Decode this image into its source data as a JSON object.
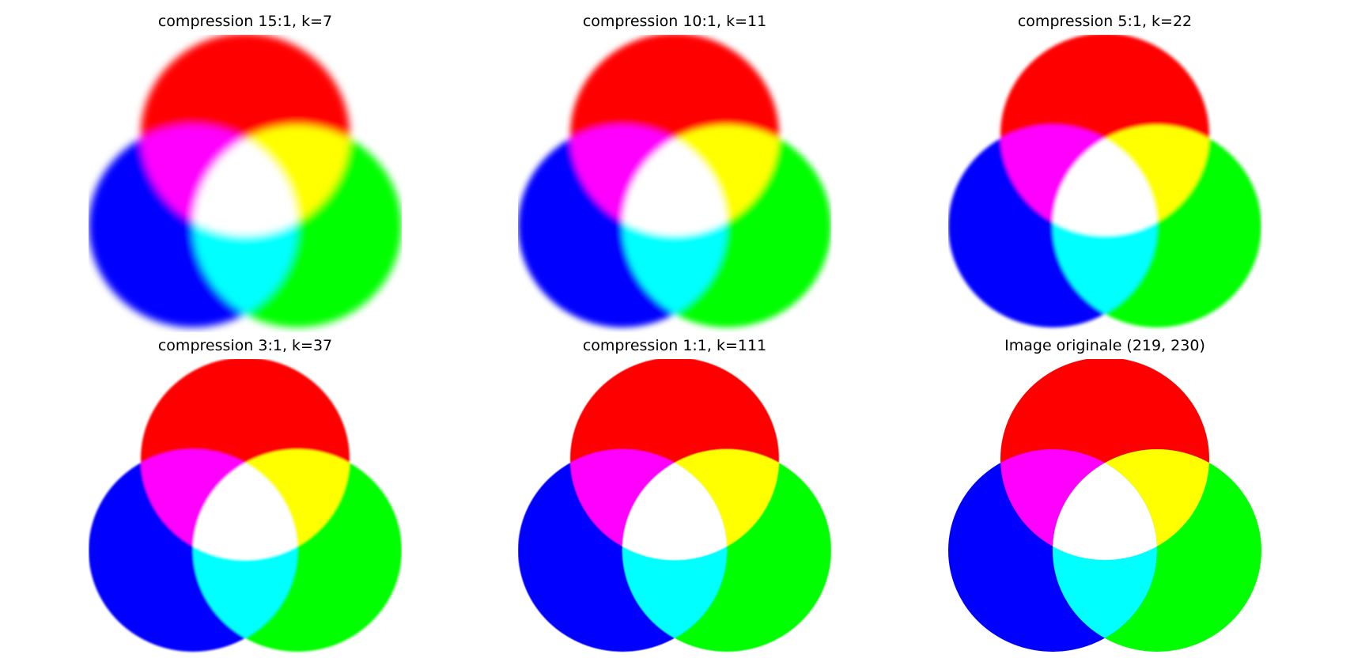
{
  "panels": [
    {
      "title": "compression 15:1, k=7",
      "blur": 5
    },
    {
      "title": "compression 10:1, k=11",
      "blur": 4
    },
    {
      "title": "compression 5:1, k=22",
      "blur": 2.2
    },
    {
      "title": "compression 3:1, k=37",
      "blur": 1.2
    },
    {
      "title": "compression 1:1, k=111",
      "blur": 0.4
    },
    {
      "title": "Image originale (219, 230)",
      "blur": 0
    }
  ],
  "colors": {
    "red": "#ff0000",
    "green": "#00ff00",
    "blue": "#0000ff",
    "yellow": "#ffff00",
    "magenta": "#ff00ff",
    "cyan": "#00ffff",
    "white": "#ffffff"
  }
}
